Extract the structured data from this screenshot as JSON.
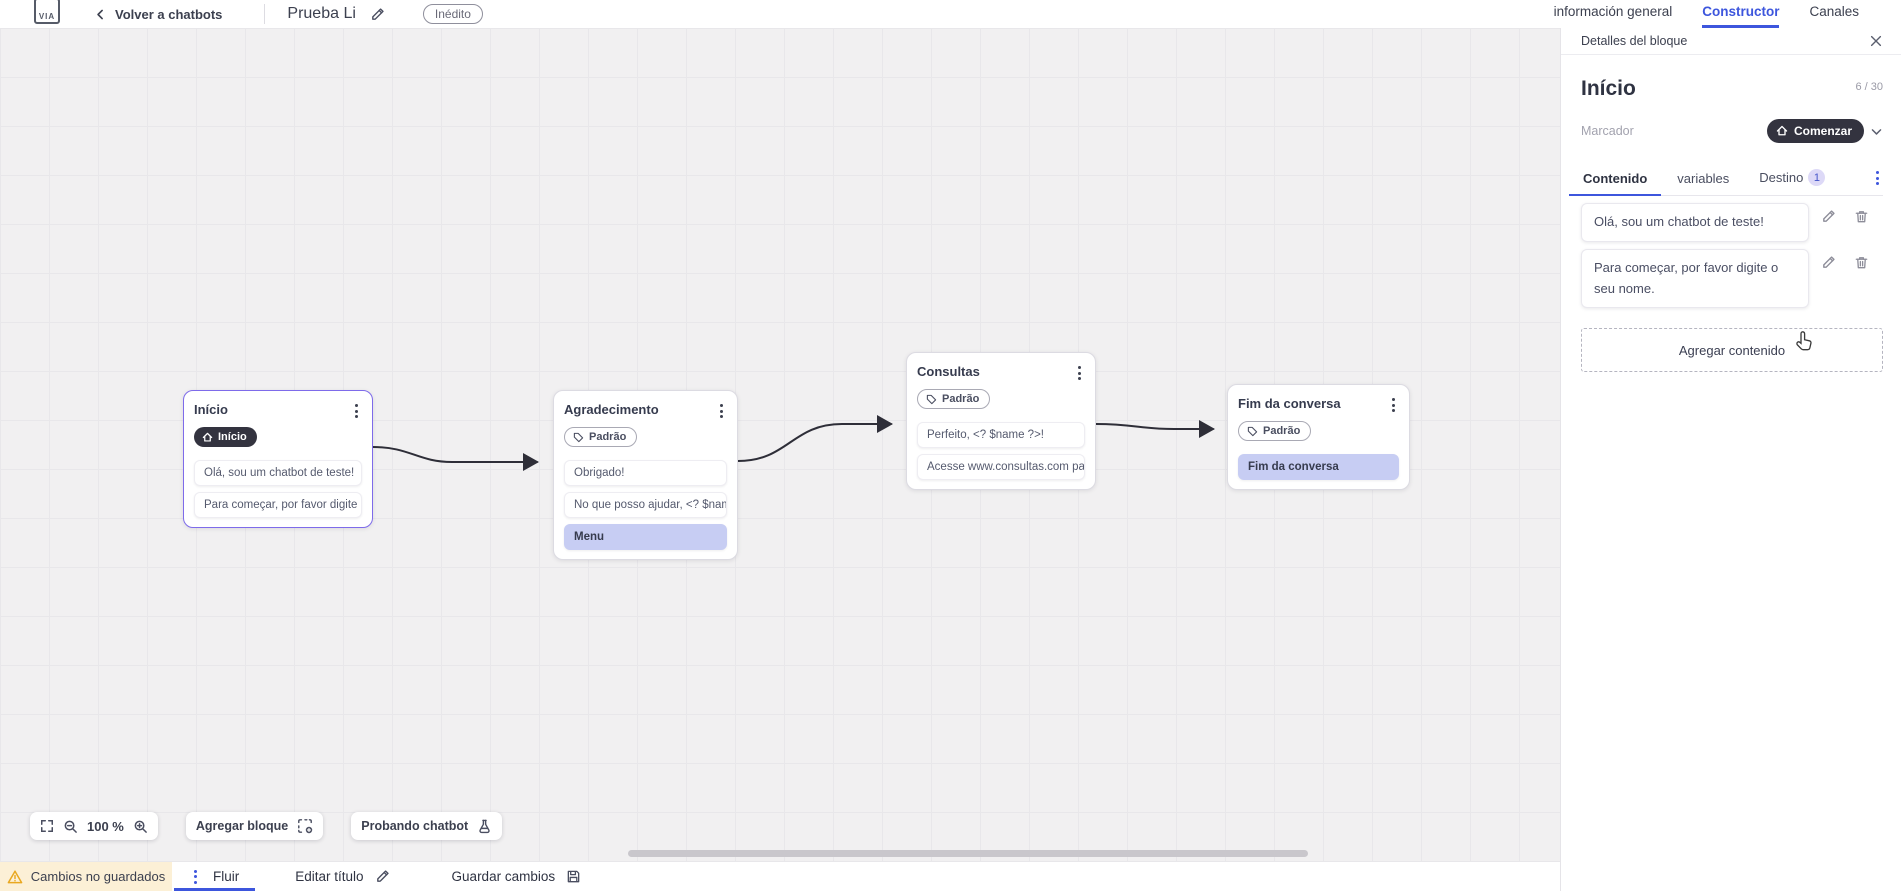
{
  "header": {
    "logo_text": "VIA",
    "back_label": "Volver a chatbots",
    "title": "Prueba Li",
    "status_badge": "Inédito",
    "tabs": [
      {
        "label": "información general"
      },
      {
        "label": "Constructor"
      },
      {
        "label": "Canales"
      }
    ]
  },
  "panel": {
    "title": "Detalles del bloque",
    "block_name": "Início",
    "char_counter": "6 / 30",
    "marker_label": "Marcador",
    "marker_value": "Comenzar",
    "tabs": [
      {
        "label": "Contenido"
      },
      {
        "label": "variables"
      },
      {
        "label": "Destino",
        "badge": "1"
      }
    ],
    "contents": [
      "Olá, sou um chatbot de teste!",
      "Para começar, por favor digite o seu nome."
    ],
    "add_content_label": "Agregar contenido"
  },
  "canvas": {
    "nodes": [
      {
        "title": "Início",
        "badge": "Início",
        "cards": [
          {
            "text": "Olá, sou um chatbot de teste!"
          },
          {
            "text": "Para começar, por favor digite o ..."
          }
        ]
      },
      {
        "title": "Agradecimento",
        "badge": "Padrão",
        "cards": [
          {
            "text": "Obrigado!"
          },
          {
            "text": "No que posso ajudar, <? $name ..."
          },
          {
            "text": "Menu",
            "highlight": true
          }
        ]
      },
      {
        "title": "Consultas",
        "badge": "Padrão",
        "cards": [
          {
            "text": "Perfeito, <? $name ?>!"
          },
          {
            "text": "Acesse www.consultas.com par..."
          }
        ]
      },
      {
        "title": "Fim da conversa",
        "badge": "Padrão",
        "cards": [
          {
            "text": "Fim da conversa",
            "highlight": true
          }
        ]
      }
    ],
    "toolbar": {
      "zoom_level": "100 %",
      "add_block_label": "Agregar bloque",
      "test_chatbot_label": "Probando chatbot"
    }
  },
  "statusbar": {
    "warning_label": "Cambios no guardados",
    "flow_tab_label": "Fluir",
    "edit_title_label": "Editar título",
    "save_label": "Guardar cambios"
  },
  "colors": {
    "accent_blue": "#3d56dd",
    "selected_node_purple": "#7e6bea",
    "dark_pill": "#33333f",
    "highlight_card": "#c7cdf3",
    "warning_bg": "#fcf0d6",
    "warning_icon": "#e9a820",
    "canvas_bg": "#f1f0f1"
  }
}
